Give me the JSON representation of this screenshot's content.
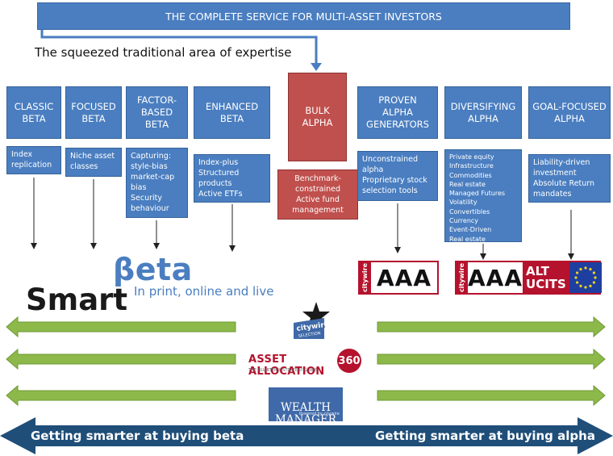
{
  "banner": {
    "title": "THE COMPLETE SERVICE FOR MULTI-ASSET INVESTORS"
  },
  "subtitle": "The squeezed traditional area of expertise",
  "categories": [
    {
      "title": "CLASSIC\nBETA",
      "detail": "Index\nreplication"
    },
    {
      "title": "FOCUSED\nBETA",
      "detail": "Niche asset\nclasses"
    },
    {
      "title": "FACTOR-\nBASED\nBETA",
      "detail": "Capturing:\nstyle-bias\nmarket-cap\nbias\nSecurity\nbehaviour"
    },
    {
      "title": "ENHANCED\nBETA",
      "detail": "Index-plus\nStructured\nproducts\nActive ETFs"
    },
    {
      "title": "BULK\nALPHA",
      "detail": "Benchmark-\nconstrained\nActive fund\nmanagement"
    },
    {
      "title": "PROVEN\nALPHA\nGENERATORS",
      "detail": "Unconstrained\nalpha\nProprietary stock\nselection tools"
    },
    {
      "title": "DIVERSIFYING\nALPHA",
      "detail": "Private equity\nInfrastructure\nCommodities\nReal estate\nManaged Futures\nVolatility\nConvertibles\nCurrency\nEvent-Driven\nReal estate"
    },
    {
      "title": "GOAL-FOCUSED\nALPHA",
      "detail": "Liability-driven\ninvestment\nAbsolute Return\nmandates"
    }
  ],
  "logos": {
    "smart_beta": {
      "word1": "Smart",
      "word2": "βeta",
      "tagline": "In print, online and live"
    },
    "aaa": {
      "side": "citywire",
      "text": "AAA"
    },
    "aaa_alt": {
      "side": "citywire",
      "text": "AAA",
      "alt": "ALT\nUCITS"
    },
    "citywire_selection": {
      "brand": "citywire",
      "sub": "SELECTION"
    },
    "asset_allocation": {
      "title": "ASSET ALLOCATION",
      "sub": "THE QUARTERLY STRATEGY GUIDE",
      "badge": "360"
    },
    "wealth_manager": {
      "title": "WEALTH\nMANAGER",
      "sub": "Powered by citywire"
    }
  },
  "bottom": {
    "left_label": "Getting smarter at buying beta",
    "right_label": "Getting smarter at buying alpha"
  },
  "colors": {
    "box_blue": "#4a7ec0",
    "bulk_red": "#c0504d",
    "green_arrow": "#8db84a",
    "bottom_arrow": "#1f4e79",
    "citywire_red": "#b5122d"
  }
}
